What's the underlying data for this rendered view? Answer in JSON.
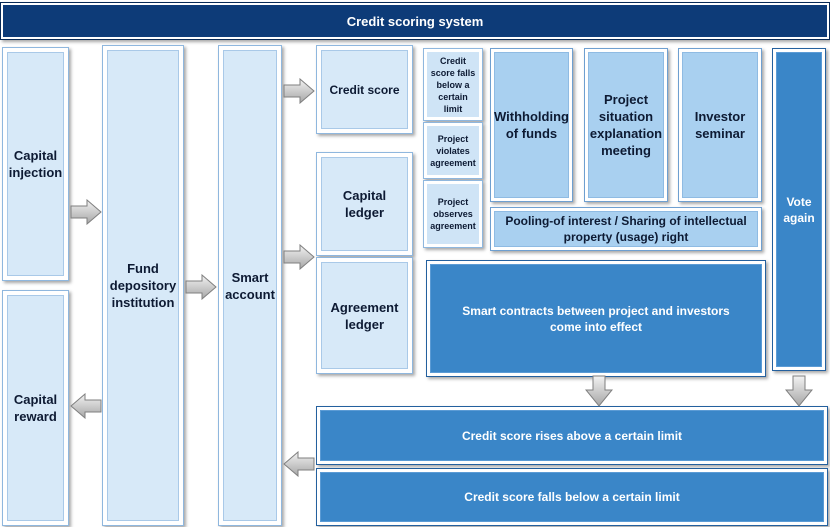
{
  "title": "Credit scoring system",
  "nodes": {
    "capital_injection": "Capital injection",
    "capital_reward": "Capital reward",
    "fund_depository": "Fund depository institution",
    "smart_account": "Smart account",
    "credit_score": "Credit score",
    "capital_ledger": "Capital ledger",
    "agreement_ledger": "Agreement ledger",
    "cond_falls_below": "Credit score falls below a certain limit",
    "cond_violates": "Project violates agreement",
    "cond_observes": "Project observes agreement",
    "withholding": "Withholding of funds",
    "explanation_meeting": "Project situation explanation meeting",
    "investor_seminar": "Investor seminar",
    "pooling": "Pooling-of interest / Sharing of intellectual property (usage) right",
    "vote_again": "Vote again",
    "smart_contracts": "Smart contracts between project and investors come into effect",
    "rises_above": "Credit score rises above a certain limit",
    "falls_below": "Credit score falls below a certain limit"
  },
  "colors": {
    "dark": "#0d3b78",
    "blue": "#3a86c8",
    "mid": "#a9d0f0",
    "light": "#d7e9f8"
  }
}
